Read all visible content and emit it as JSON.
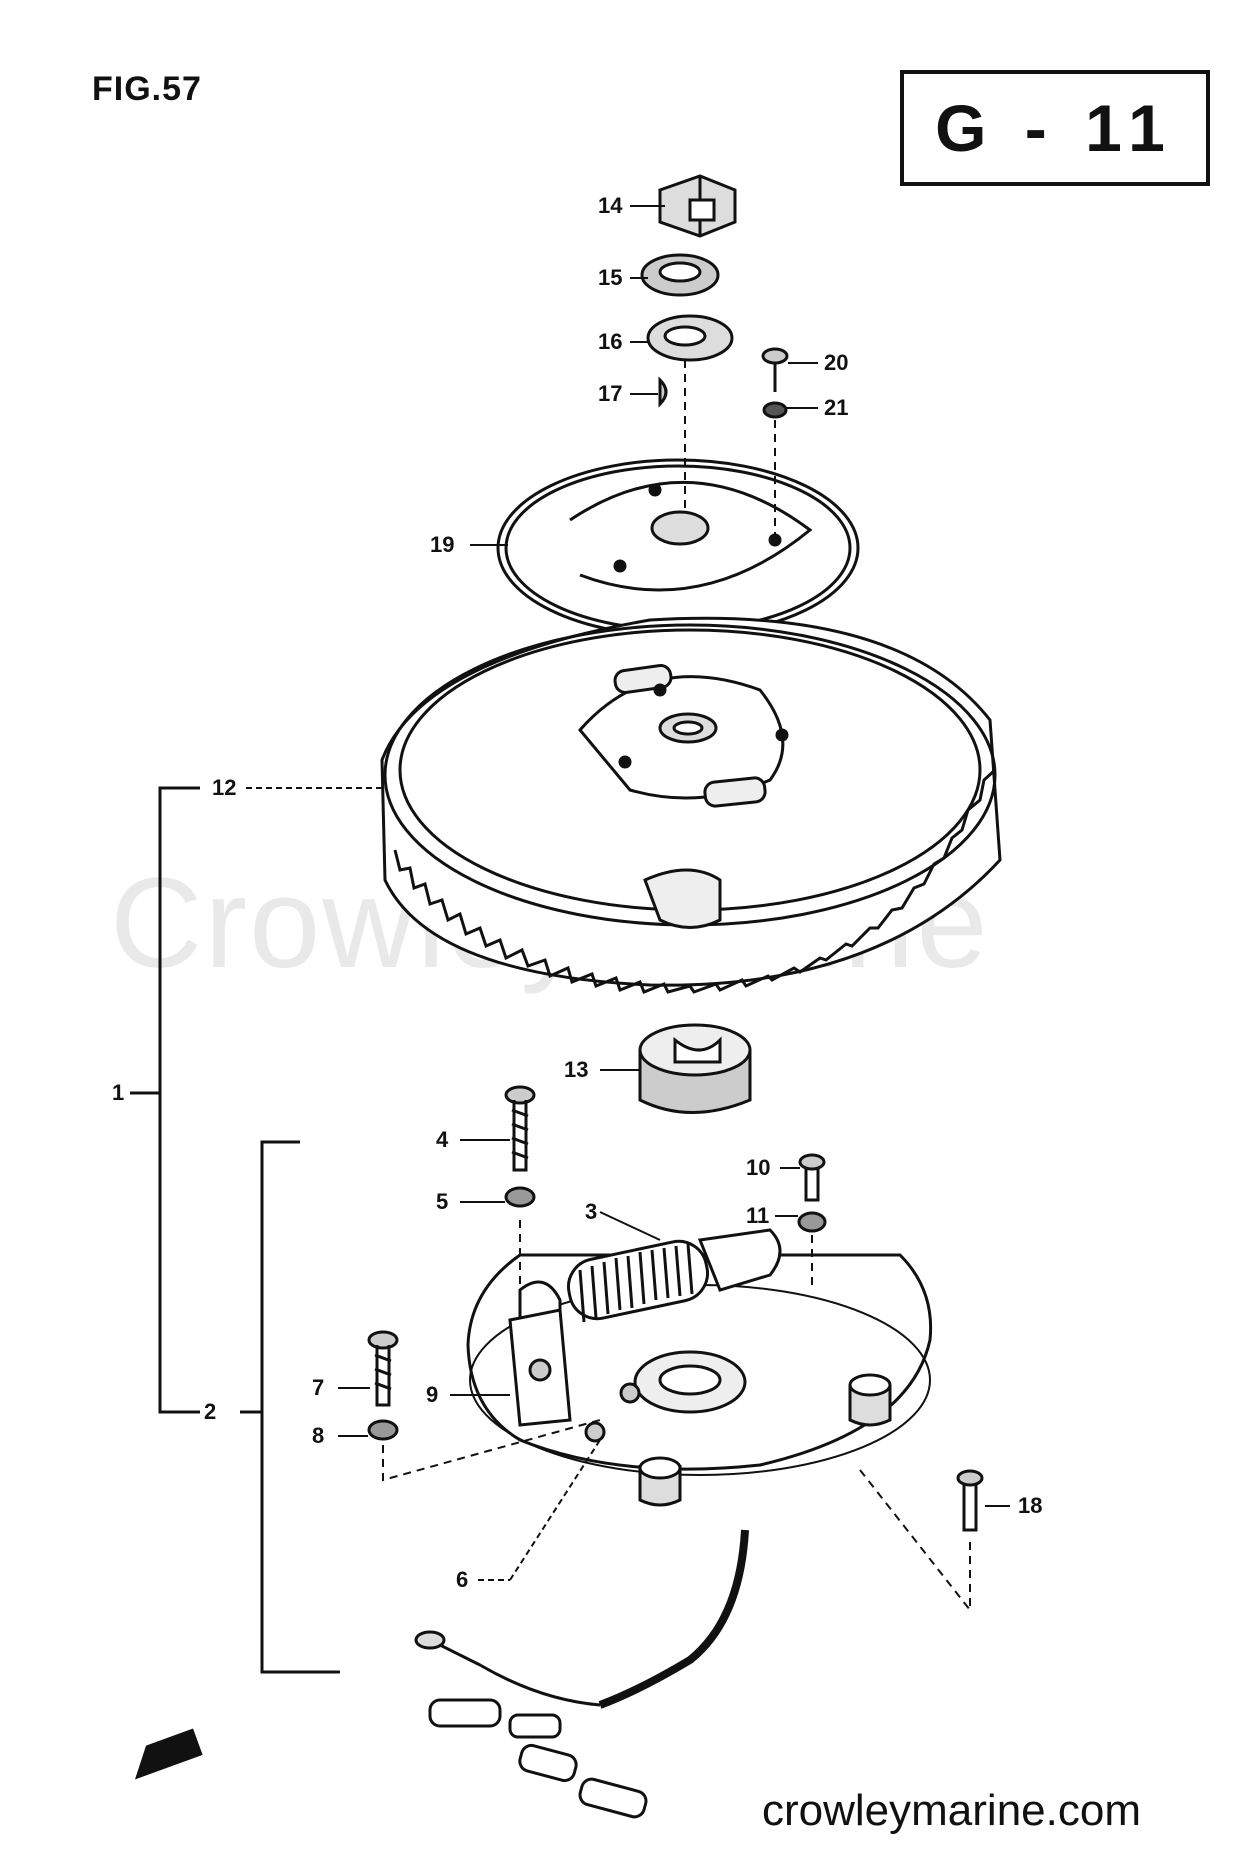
{
  "figure": "FIG.57",
  "section_code": "G - 11",
  "watermark": "CrowleyMarine",
  "website": "crowleymarine.com",
  "callouts": {
    "c1": "1",
    "c2": "2",
    "c3": "3",
    "c4": "4",
    "c5": "5",
    "c6": "6",
    "c7": "7",
    "c8": "8",
    "c9": "9",
    "c10": "10",
    "c11": "11",
    "c12": "12",
    "c13": "13",
    "c14": "14",
    "c15": "15",
    "c16": "16",
    "c17": "17",
    "c18": "18",
    "c19": "19",
    "c20": "20",
    "c21": "21"
  },
  "fwd_marker": "FWD"
}
